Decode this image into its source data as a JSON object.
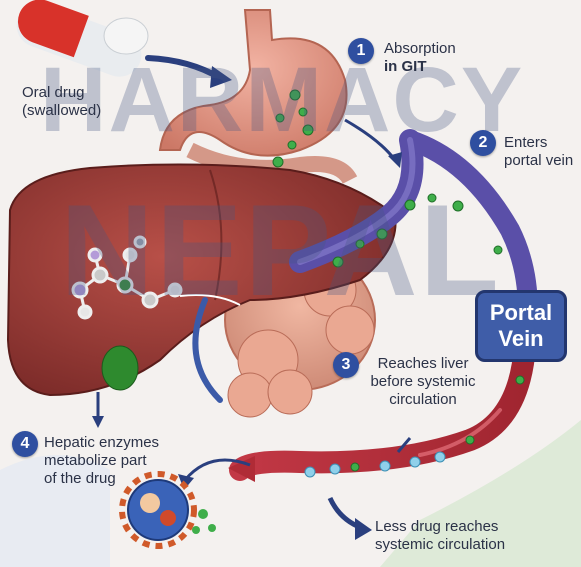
{
  "watermark": {
    "line1": "HARMACY",
    "line2": "NEPAL"
  },
  "labels": {
    "oral_drug_line1": "Oral drug",
    "oral_drug_line2": "(swallowed)",
    "step1_num": "1",
    "step1_line1": "Absorption",
    "step1_line2": "in GIT",
    "step2_num": "2",
    "step2_line1": "Enters",
    "step2_line2": "portal vein",
    "portal_vein_line1": "Portal",
    "portal_vein_line2": "Vein",
    "step3_num": "3",
    "step3_line1": "Reaches liver",
    "step3_line2": "before systemic",
    "step3_line3": "circulation",
    "step4_num": "4",
    "step4_line1": "Hepatic enzymes",
    "step4_line2": "metabolize part",
    "step4_line3": "of the drug",
    "less_line1": "Less drug reaches",
    "less_line2": "systemic circulation"
  },
  "colors": {
    "step_badge": "#2f4fa0",
    "liver": "#9b3b35",
    "stomach": "#e59a88",
    "portal_vein": "#5a4fa8",
    "artery": "#c0323c",
    "drug_particle": "#3fae4a",
    "gallbladder": "#2e8a2e",
    "capsule_red": "#d8322a"
  }
}
